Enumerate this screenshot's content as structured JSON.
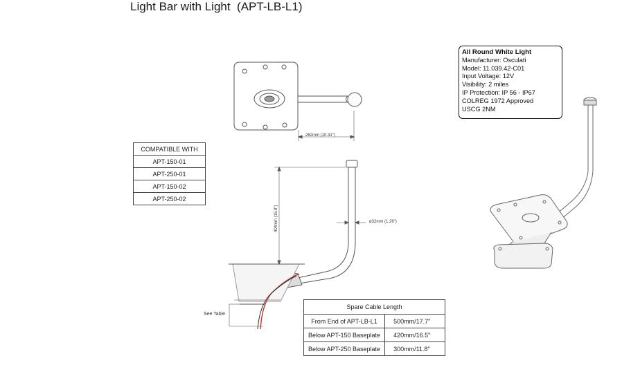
{
  "title": "Light Bar with Light  (APT-LB-L1)",
  "dimensions": {
    "arm_length": "262mm (10.31\")",
    "height": "404mm (15.9\")",
    "diameter": "ø32mm (1.26\")",
    "see_table": "See Table"
  },
  "compatible": {
    "header": "COMPATIBLE WITH",
    "items": [
      "APT-150-01",
      "APT-250-01",
      "APT-150-02",
      "APT-250-02"
    ]
  },
  "light_spec": {
    "heading": "All Round White Light",
    "lines": [
      "Manufacturer: Osculati",
      "Model: 11.039.42-C01",
      "Input Voltage: 12V",
      "Visibility: 2 miles",
      "IP Protection: IP 56 - IP67",
      "COLREG 1972 Approved",
      "USCG 2NM"
    ]
  },
  "spare_cable": {
    "header": "Spare Cable Length",
    "rows": [
      {
        "label": "From End of APT-LB-L1",
        "value": "500mm/17.7\""
      },
      {
        "label": "Below APT-150 Baseplate",
        "value": "420mm/16.5\""
      },
      {
        "label": "Below APT-250 Baseplate",
        "value": "300mm/11.8\""
      }
    ]
  },
  "colors": {
    "line": "#444444",
    "cable_red": "#c0392b"
  }
}
